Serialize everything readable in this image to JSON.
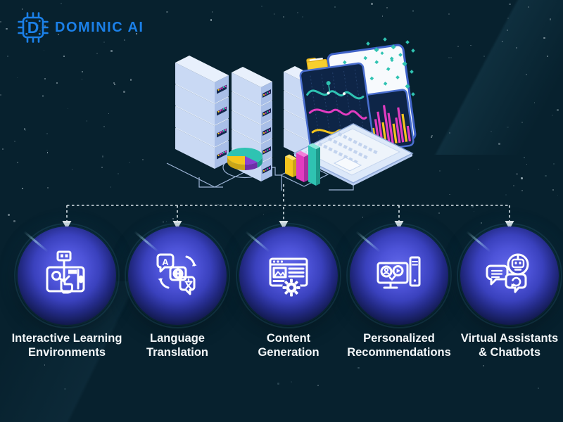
{
  "brand": {
    "name": "DOMINIC AI",
    "logo_letter": "D"
  },
  "illustration": {
    "parts": [
      "server-racks",
      "data-drawer-files",
      "laptop-analytics",
      "line-chart-screen",
      "bar-chart-screen",
      "data-confetti",
      "folder",
      "pie-chart-3d",
      "bar-chart-3d"
    ]
  },
  "nodes": [
    {
      "id": "interactive-learning",
      "icon": "interactive-learning-icon",
      "line1": "Interactive Learning",
      "line2": "Environments"
    },
    {
      "id": "language-translation",
      "icon": "language-translation-icon",
      "icon_glyph": "A",
      "line1": "Language",
      "line2": "Translation"
    },
    {
      "id": "content-generation",
      "icon": "content-generation-icon",
      "line1": "Content",
      "line2": "Generation"
    },
    {
      "id": "personalized-recommendations",
      "icon": "personalized-recommendations-icon",
      "line1": "Personalized",
      "line2": "Recommendations"
    },
    {
      "id": "virtual-assistants-chatbots",
      "icon": "chatbot-icon",
      "line1": "Virtual Assistants",
      "line2": "& Chatbots"
    }
  ],
  "colors": {
    "background": "#07212e",
    "accent_blue": "#1b80e8",
    "node_core": "#5a60e2",
    "node_edge": "#0c1c2c",
    "teal": "#2fc3b2",
    "magenta": "#e23cc0",
    "yellow": "#f5c51d",
    "purple": "#8a3fd1",
    "server_blue": "#c9d9f4",
    "dashed_line": "#dce6eb",
    "label_text": "#f3f7f9"
  }
}
